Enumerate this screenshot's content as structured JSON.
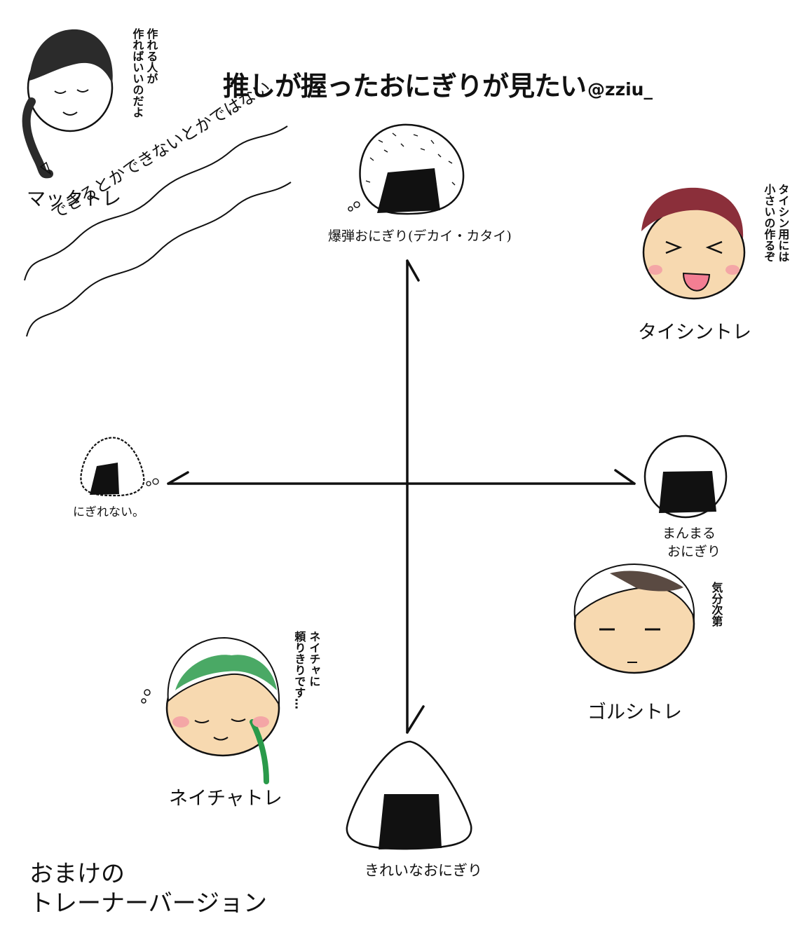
{
  "title": {
    "text": "推しが握ったおにぎりが見たい",
    "handle": "@zziu_"
  },
  "axes": {
    "top": "爆弾おにぎり(デカイ・カタイ)",
    "bottom": "きれいなおにぎり",
    "left": "にぎれない。",
    "right_line1": "まんまる",
    "right_line2": "おにぎり"
  },
  "wavy_caption": "できるとかできないとかではない",
  "characters": [
    {
      "name": "マックトレ",
      "quote_col1": "作れる人が",
      "quote_col2": "作ればいいのだよ",
      "hair": "#2b2b2b"
    },
    {
      "name": "タイシントレ",
      "quote_col1": "タイシン用には",
      "quote_col2": "小さいの作るぞ",
      "hair": "#8b2f3a"
    },
    {
      "name": "ゴルシトレ",
      "quote_col1": "気分次第",
      "hair": "#5a4a42"
    },
    {
      "name": "ネイチャトレ",
      "quote_col1": "ネイチャに",
      "quote_col2": "頼りきりです…",
      "hair": "#2a9a4a"
    }
  ],
  "footer": {
    "line1": "おまけの",
    "line2": "トレーナーバージョン"
  },
  "colors": {
    "skin": "#f7d9b0",
    "blush": "#f4a6a6",
    "mouth": "#f37e93",
    "nori": "#111111"
  }
}
